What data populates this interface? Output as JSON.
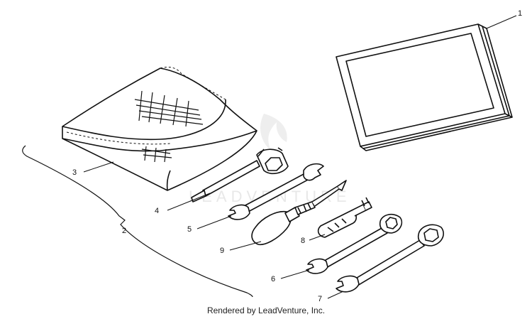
{
  "callouts": {
    "c1": "1",
    "c2": "2",
    "c3": "3",
    "c4": "4",
    "c5": "5",
    "c6": "6",
    "c7": "7",
    "c8": "8",
    "c9": "9"
  },
  "watermark": "LEADVENTURE",
  "footer": "Rendered by LeadVenture, Inc."
}
